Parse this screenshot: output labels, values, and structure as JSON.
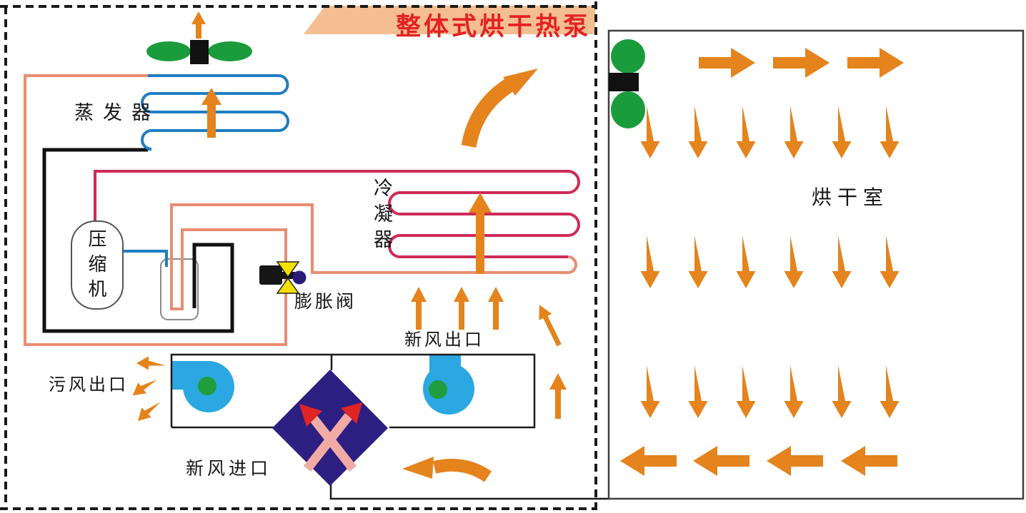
{
  "title": "整体式烘干热泵",
  "components": {
    "evaporator": {
      "label": "蒸发器"
    },
    "condenser": {
      "label": "冷凝器"
    },
    "compressor": {
      "label": "压缩机"
    },
    "expansion_valve": {
      "label": "膨胀阀"
    },
    "fresh_air_outlet": {
      "label": "新风出口"
    },
    "exhaust_air_outlet": {
      "label": "污风出口"
    },
    "fresh_air_inlet": {
      "label": "新风进口"
    },
    "drying_room": {
      "label": "烘干室"
    }
  },
  "colors": {
    "flow_arrow_orange": "#E5831C",
    "banner_bg": "#F4BE90",
    "banner_text_red": "#E32222",
    "evaporator_coil_blue": "#1F7EC2",
    "condenser_coil_crimson": "#CE2B57",
    "liquid_pipe_salmon": "#E98D72",
    "fan_blade_green": "#1B9C3C",
    "blower_blue": "#2BA7E2",
    "blower_hub_green": "#1E9E3C",
    "heat_exchanger_navy": "#2D1F82",
    "valve_yellow": "#F5E000",
    "exchanger_arrow_red": "#E02424",
    "exchanger_arrow_pink": "#F2ABA4"
  }
}
